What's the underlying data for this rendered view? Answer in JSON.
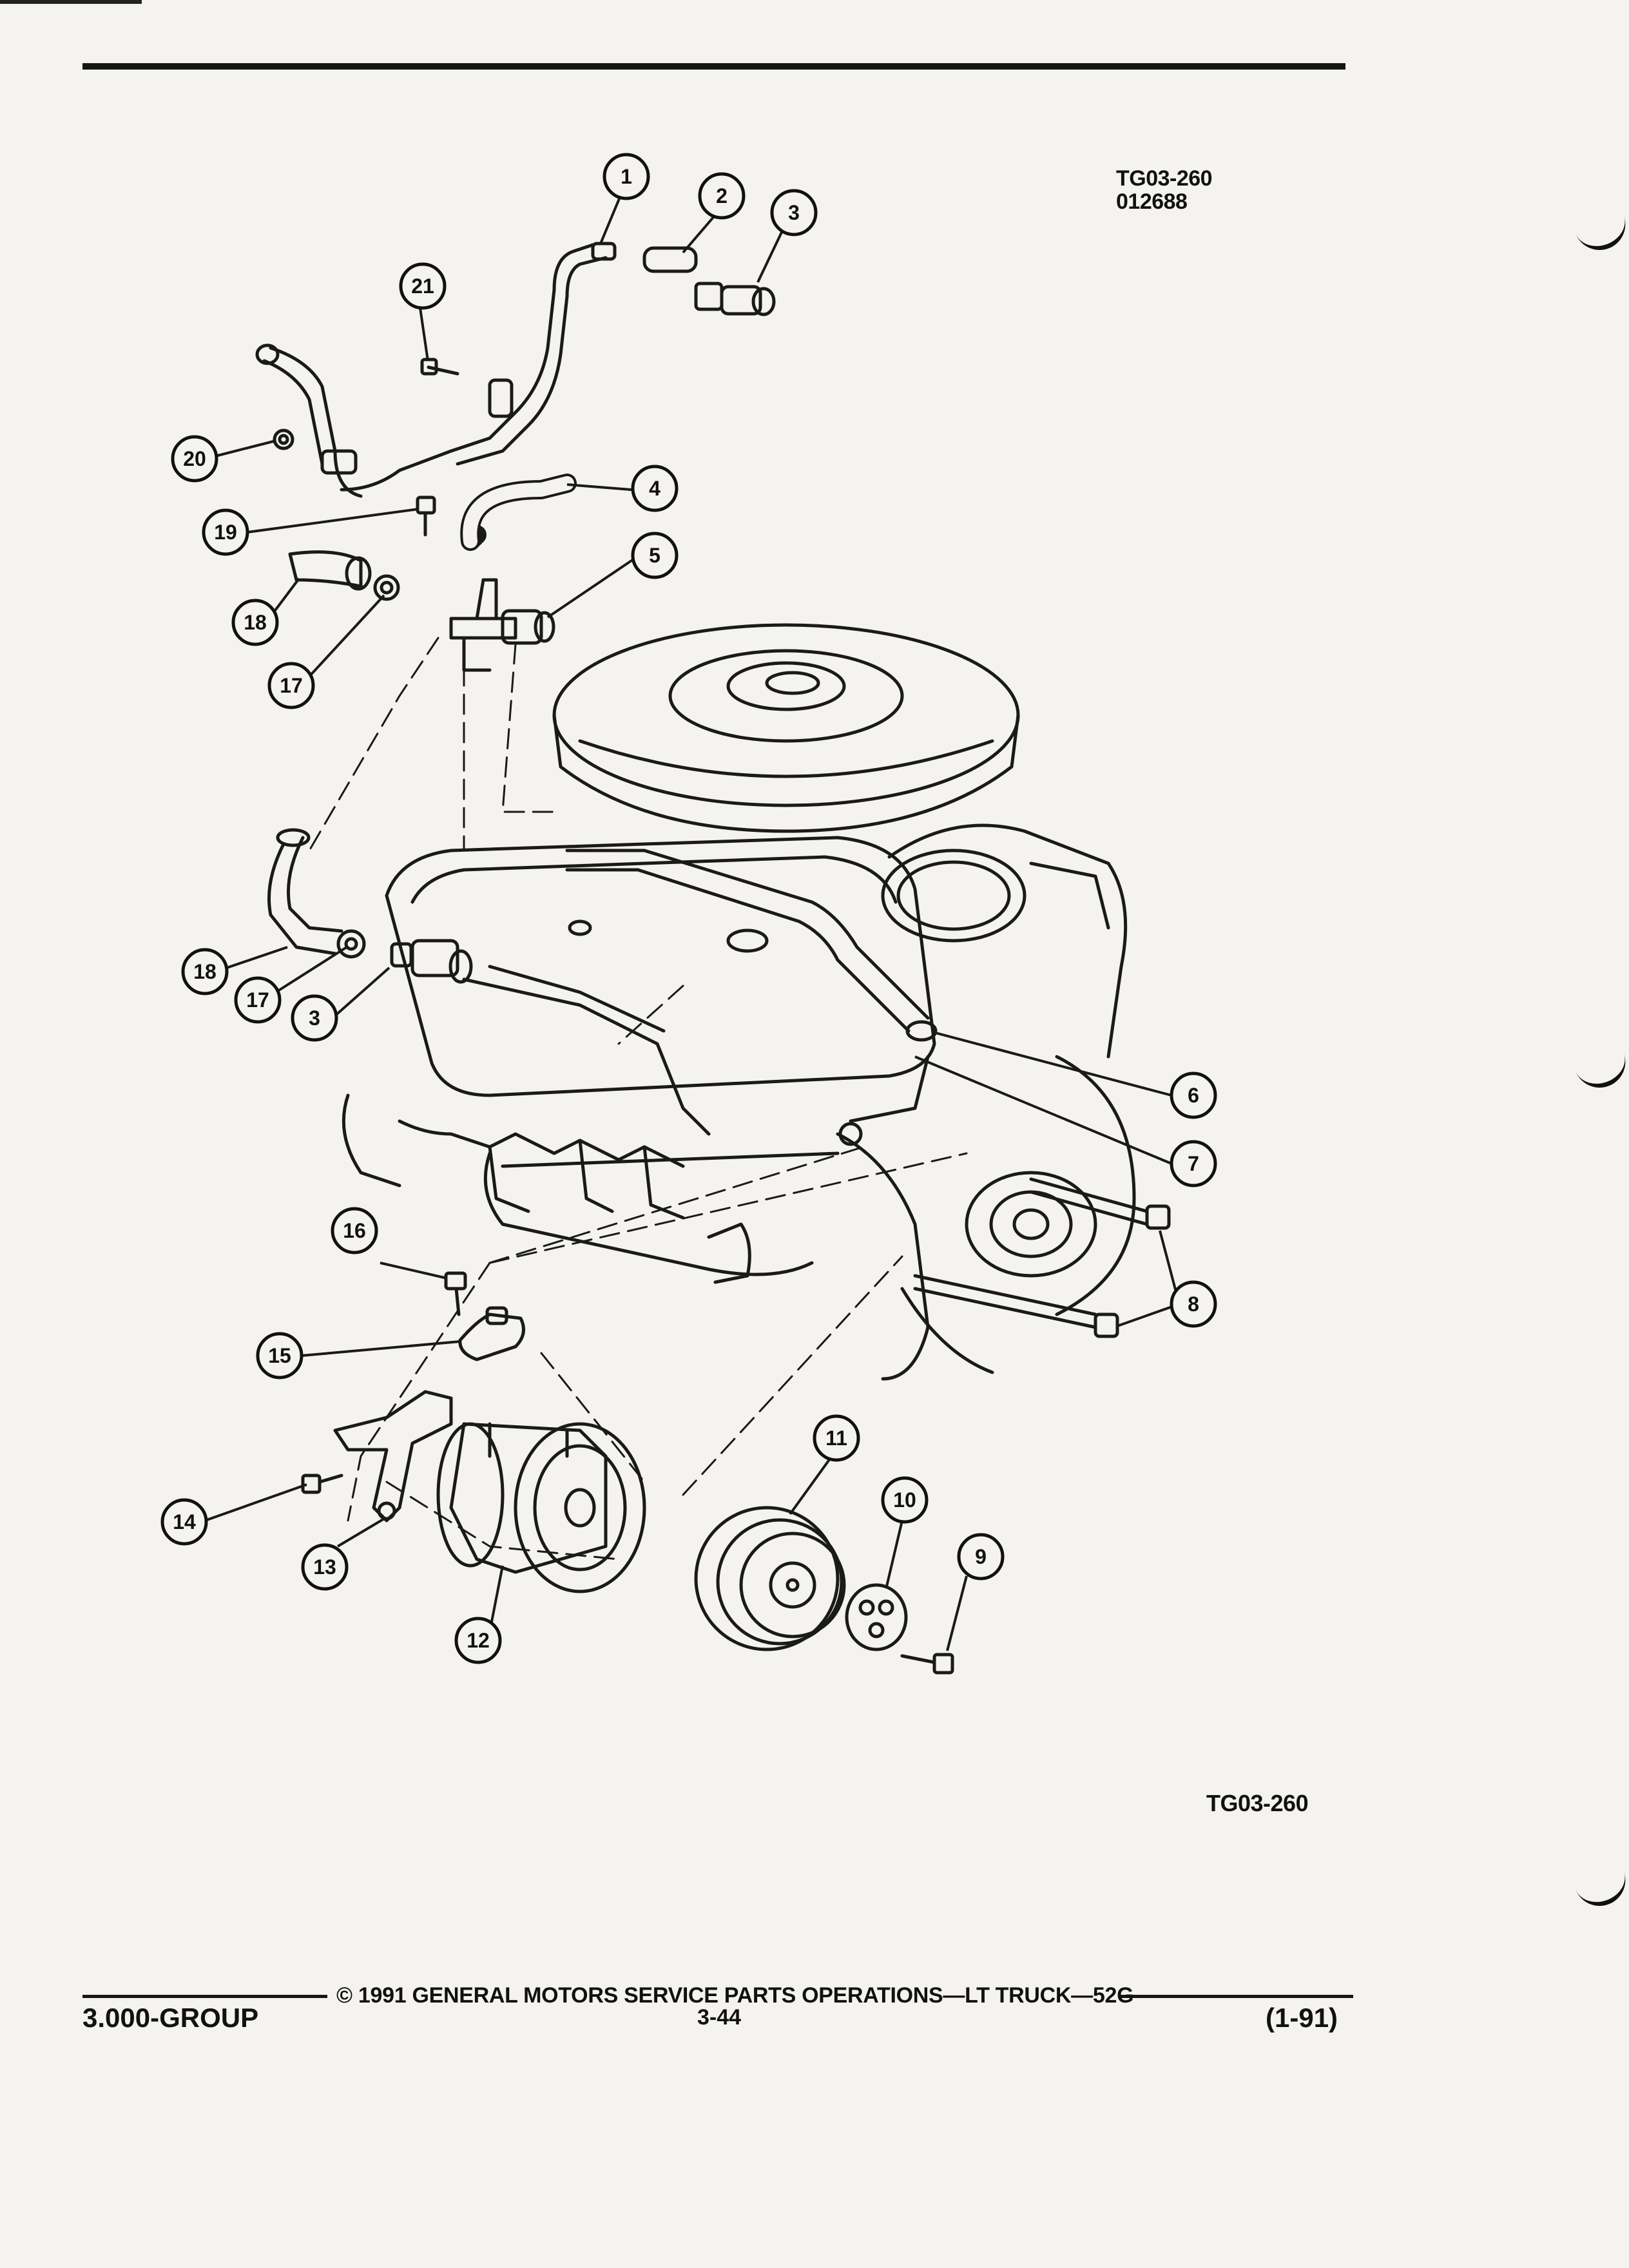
{
  "header": {
    "figure_id": "TG03-260",
    "figure_date": "012688"
  },
  "diagram": {
    "callouts": [
      {
        "label": "1"
      },
      {
        "label": "2"
      },
      {
        "label": "3"
      },
      {
        "label": "4"
      },
      {
        "label": "5"
      },
      {
        "label": "6"
      },
      {
        "label": "7"
      },
      {
        "label": "8"
      },
      {
        "label": "9"
      },
      {
        "label": "10"
      },
      {
        "label": "11"
      },
      {
        "label": "12"
      },
      {
        "label": "13"
      },
      {
        "label": "14"
      },
      {
        "label": "15"
      },
      {
        "label": "16"
      },
      {
        "label": "17"
      },
      {
        "label": "18"
      },
      {
        "label": "19"
      },
      {
        "label": "20"
      },
      {
        "label": "21"
      },
      {
        "label": "18"
      },
      {
        "label": "17"
      },
      {
        "label": "3"
      }
    ],
    "figure_id_bottom": "TG03-260"
  },
  "footer": {
    "copyright": "© 1991 GENERAL MOTORS SERVICE PARTS OPERATIONS—LT TRUCK—52G",
    "group": "3.000-GROUP",
    "page": "3-44",
    "date_code": "(1-91)"
  }
}
